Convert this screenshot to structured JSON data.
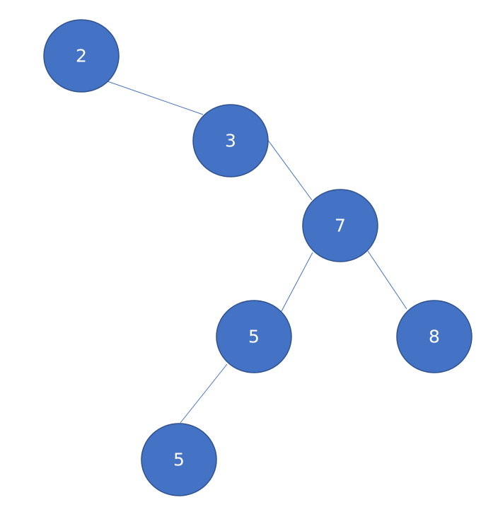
{
  "diagram": {
    "colors": {
      "node_fill": "#4472c4",
      "node_outline": "#2f528f",
      "edge": "#4472c4",
      "label": "#ffffff"
    },
    "nodes": [
      {
        "id": "n1",
        "label": "2"
      },
      {
        "id": "n2",
        "label": "3"
      },
      {
        "id": "n3",
        "label": "7"
      },
      {
        "id": "n4",
        "label": "5"
      },
      {
        "id": "n5",
        "label": "8"
      },
      {
        "id": "n6",
        "label": "5"
      }
    ],
    "edges": [
      {
        "from": "n1",
        "to": "n2"
      },
      {
        "from": "n2",
        "to": "n3"
      },
      {
        "from": "n3",
        "to": "n4"
      },
      {
        "from": "n3",
        "to": "n5"
      },
      {
        "from": "n4",
        "to": "n6"
      }
    ]
  }
}
